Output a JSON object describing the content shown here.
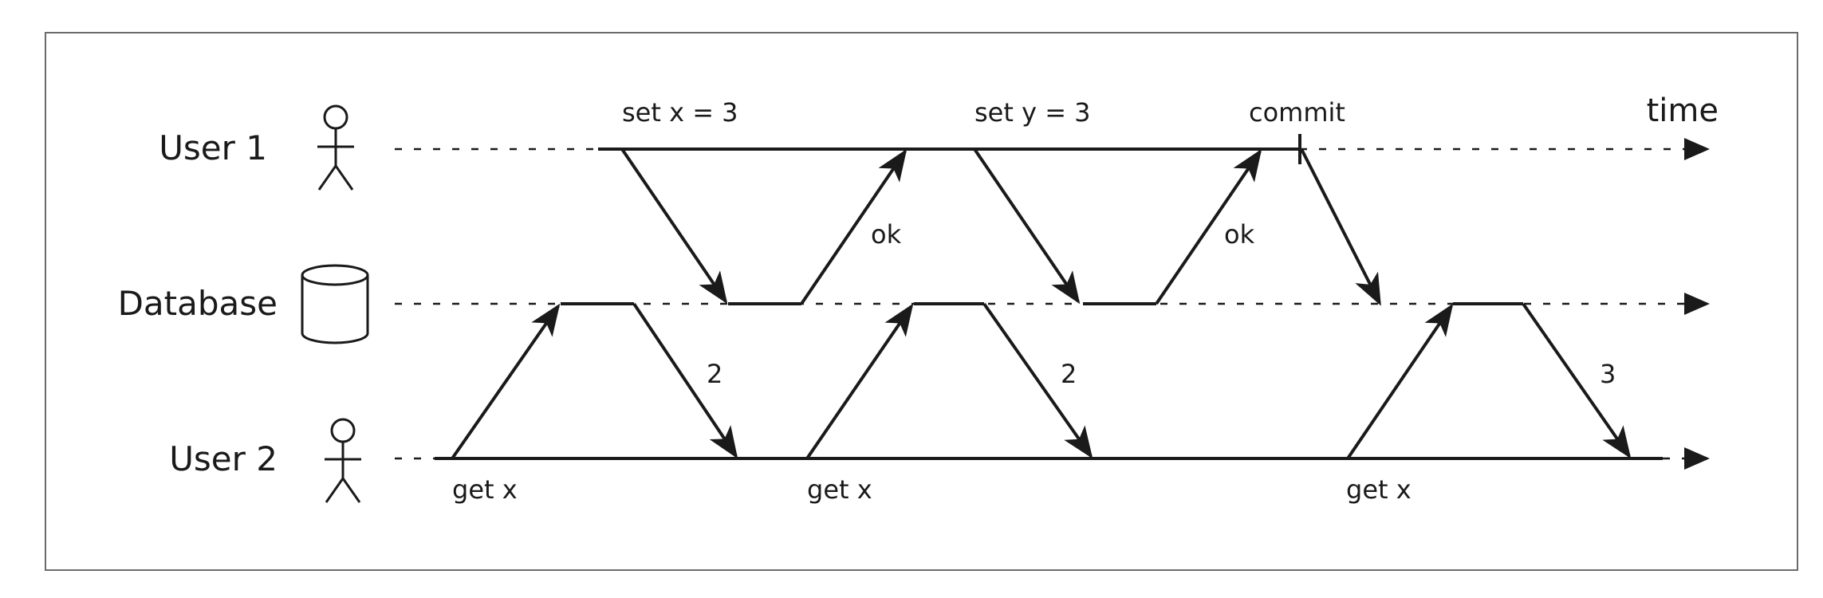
{
  "actors": {
    "user1": "User 1",
    "database": "Database",
    "user2": "User 2"
  },
  "time_label": "time",
  "annotations": {
    "set_x": "set x = 3",
    "set_y": "set y = 3",
    "commit": "commit",
    "ok_1": "ok",
    "ok_2": "ok",
    "read_1": "2",
    "read_2": "2",
    "read_3": "3",
    "get_x_1": "get x",
    "get_x_2": "get x",
    "get_x_3": "get x"
  },
  "icons": {
    "user1": "stick-figure-icon",
    "database": "database-cylinder-icon",
    "user2": "stick-figure-icon"
  },
  "colors": {
    "line": "#1a1a1a",
    "frame": "#6b6b6b",
    "background": "#ffffff"
  }
}
